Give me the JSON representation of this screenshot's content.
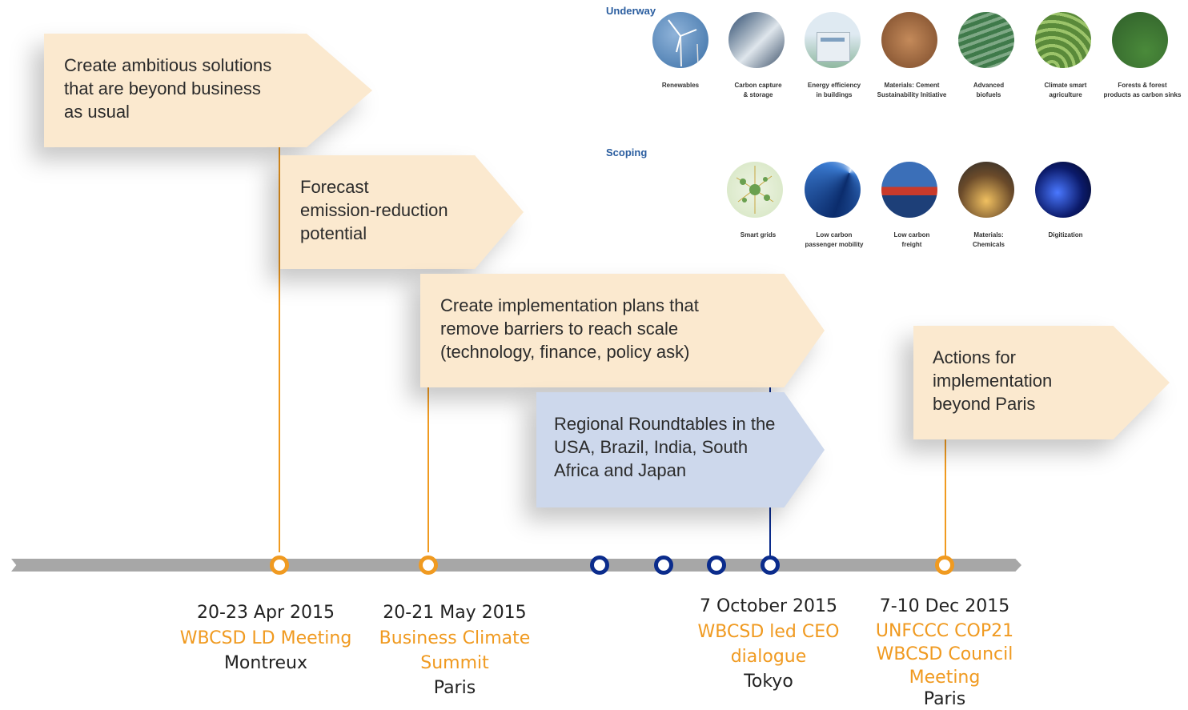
{
  "colors": {
    "accent_orange": "#f09a20",
    "arrow_fill": "#fbe9cf",
    "arrow_blue_fill": "#cdd8ec",
    "navy": "#0b2c8c",
    "timeline_gray": "#a7a7a7"
  },
  "arrows": {
    "a1": "Create ambitious solutions\nthat are beyond business\nas usual",
    "a2": "Forecast\nemission-reduction\npotential",
    "a3": "Create implementation plans that\nremove barriers to reach scale\n(technology, finance, policy ask)",
    "a4": "Regional Roundtables in the\nUSA, Brazil, India, South\nAfrica and Japan",
    "a5": "Actions for\nimplementation\nbeyond Paris"
  },
  "underway": {
    "title": "Underway",
    "items": [
      {
        "label": "Renewables",
        "icon": "wind-turbine-icon"
      },
      {
        "label": "Carbon capture\n& storage",
        "icon": "pipeline-icon"
      },
      {
        "label": "Energy efficiency\nin buildings",
        "icon": "building-icon"
      },
      {
        "label": "Materials: Cement\nSustainability Initiative",
        "icon": "cement-icon"
      },
      {
        "label": "Advanced\nbiofuels",
        "icon": "field-icon"
      },
      {
        "label": "Climate smart\nagriculture",
        "icon": "rice-terrace-icon"
      },
      {
        "label": "Forests & forest\nproducts as carbon sinks",
        "icon": "forest-icon"
      }
    ]
  },
  "scoping": {
    "title": "Scoping",
    "items": [
      {
        "label": "Smart grids",
        "icon": "network-icon"
      },
      {
        "label": "Low carbon\npassenger mobility",
        "icon": "light-trails-icon"
      },
      {
        "label": "Low carbon\nfreight",
        "icon": "container-ship-icon"
      },
      {
        "label": "Materials:\nChemicals",
        "icon": "refinery-icon"
      },
      {
        "label": "Digitization",
        "icon": "earth-night-icon"
      }
    ]
  },
  "events": [
    {
      "date": "20-23 Apr 2015",
      "org": "WBCSD LD Meeting",
      "city": "Montreux"
    },
    {
      "date": "20-21 May 2015",
      "org": "Business Climate\nSummit",
      "city": "Paris"
    },
    {
      "date": "7 October 2015",
      "org": "WBCSD led CEO\ndialogue",
      "city": "Tokyo"
    },
    {
      "date": "7-10 Dec 2015",
      "org": "UNFCCC COP21\nWBCSD Council\nMeeting",
      "city": "Paris"
    }
  ]
}
